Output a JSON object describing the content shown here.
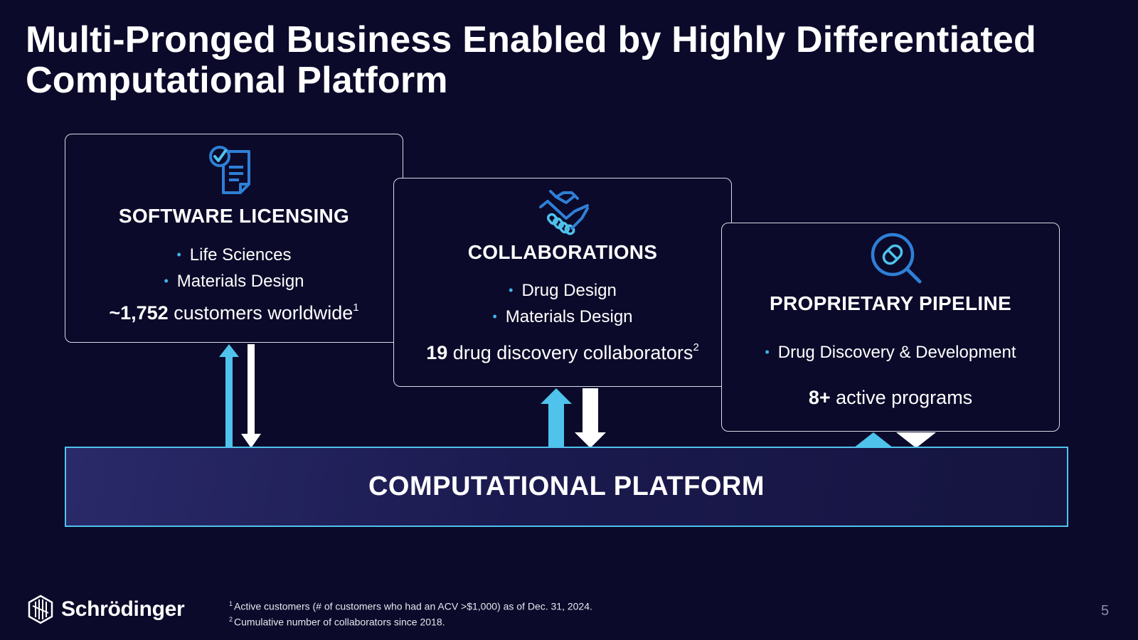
{
  "title": "Multi-Pronged Business Enabled by Highly Differentiated Computational Platform",
  "colors": {
    "background": "#0b0a2a",
    "accent_blue": "#4fc3ec",
    "icon_blue": "#2f7fd6",
    "white": "#ffffff"
  },
  "cards": [
    {
      "icon": "document-check-icon",
      "title": "SOFTWARE LICENSING",
      "bullets": [
        "Life Sciences",
        "Materials Design"
      ],
      "stat_bold": "~1,752",
      "stat_text": " customers worldwide",
      "stat_sup": "1"
    },
    {
      "icon": "handshake-icon",
      "title": "COLLABORATIONS",
      "bullets": [
        "Drug Design",
        "Materials Design"
      ],
      "stat_bold": "19",
      "stat_text": " drug discovery collaborators",
      "stat_sup": "2"
    },
    {
      "icon": "pill-magnifier-icon",
      "title": "PROPRIETARY PIPELINE",
      "bullets": [
        "Drug Discovery & Development"
      ],
      "stat_bold": "8+",
      "stat_text": " active programs",
      "stat_sup": ""
    }
  ],
  "platform": {
    "label": "COMPUTATIONAL PLATFORM"
  },
  "logo": {
    "text": "Schrödinger",
    "icon": "schrodinger-logo-icon"
  },
  "footnotes": [
    {
      "num": "1",
      "text": "Active customers (# of customers who had an ACV >$1,000) as of Dec. 31, 2024."
    },
    {
      "num": "2",
      "text": "Cumulative number of collaborators since 2018."
    }
  ],
  "page_number": "5"
}
